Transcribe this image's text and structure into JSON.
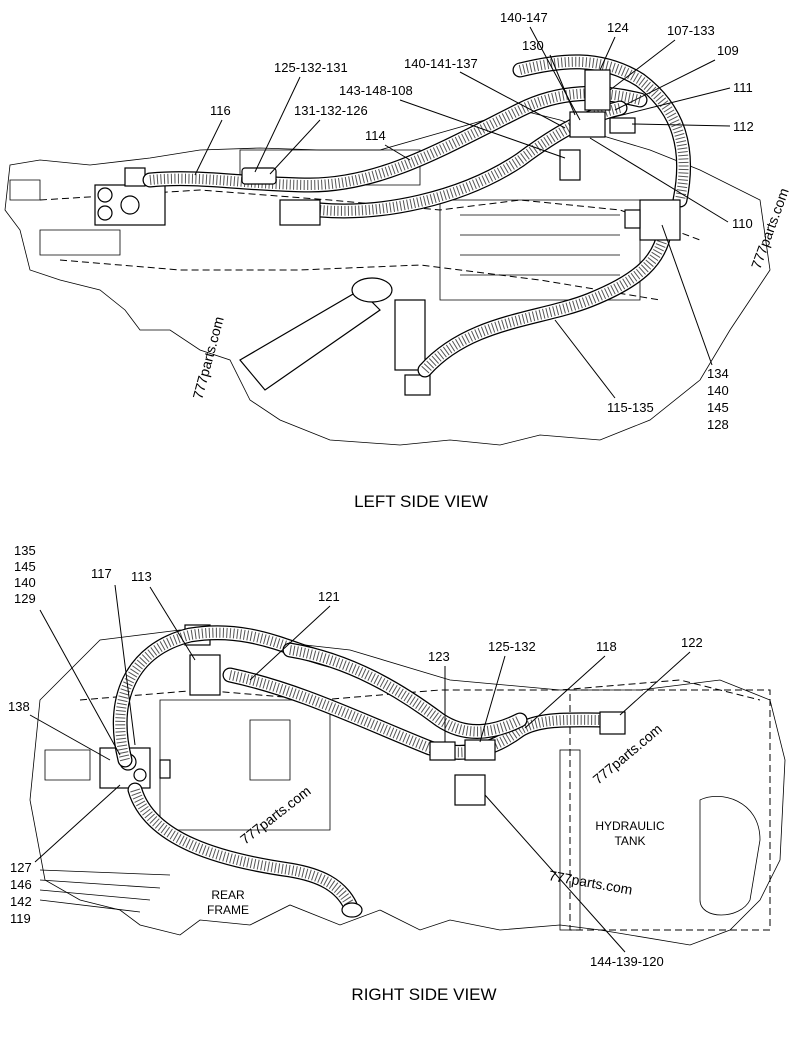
{
  "views": {
    "left": {
      "title": "LEFT SIDE VIEW",
      "callouts": [
        "140-147",
        "124",
        "107-133",
        "130",
        "109",
        "140-141-137",
        "125-132-131",
        "143-148-108",
        "111",
        "112",
        "131-132-126",
        "116",
        "114",
        "110",
        "115-135",
        "134",
        "140",
        "145",
        "128"
      ]
    },
    "right": {
      "title": "RIGHT SIDE VIEW",
      "callouts": [
        "135",
        "145",
        "140",
        "129",
        "117",
        "113",
        "121",
        "125-132",
        "118",
        "122",
        "123",
        "138",
        "127",
        "146",
        "142",
        "119",
        "144-139-120"
      ],
      "notes": {
        "hydraulic_tank": [
          "HYDRAULIC",
          "TANK"
        ],
        "rear_frame": [
          "REAR",
          "FRAME"
        ]
      }
    }
  },
  "watermark": "777parts.com"
}
